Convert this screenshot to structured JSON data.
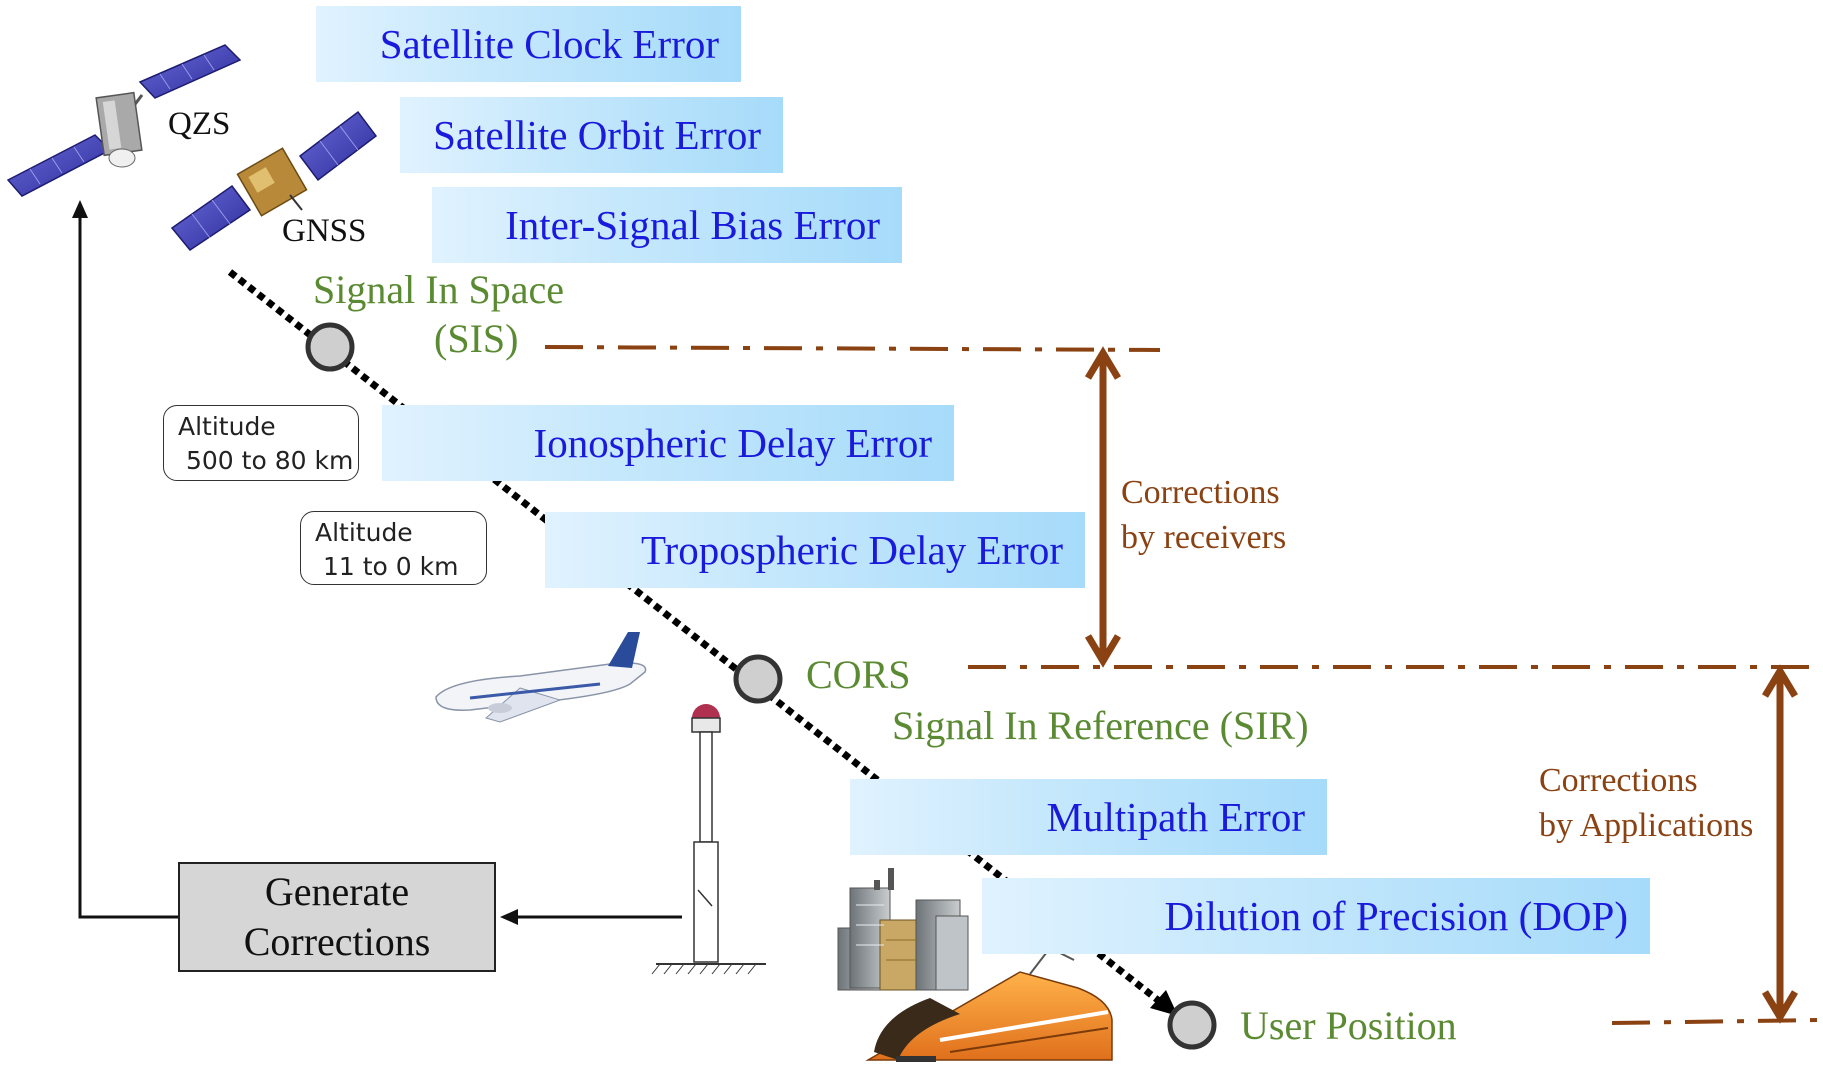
{
  "errors": {
    "clock": "Satellite Clock Error",
    "orbit": "Satellite Orbit Error",
    "isb": "Inter-Signal Bias Error",
    "iono": "Ionospheric Delay Error",
    "tropo": "Tropospheric Delay Error",
    "multipath": "Multipath Error",
    "dop": "Dilution of Precision (DOP)"
  },
  "satellites": {
    "qzs": "QZS",
    "gnss": "GNSS"
  },
  "points": {
    "sis_line1": "Signal In Space",
    "sis_line2": "(SIS)",
    "cors": "CORS",
    "sir": "Signal In Reference (SIR)",
    "user": "User Position"
  },
  "altitudes": {
    "upper_line1": "Altitude",
    "upper_line2": "500 to 80 km",
    "lower_line1": "Altitude",
    "lower_line2": "11 to 0 km"
  },
  "corrections": {
    "receivers_line1": "Corrections",
    "receivers_line2": "by receivers",
    "apps_line1": "Corrections",
    "apps_line2": "by Applications"
  },
  "generate": {
    "line1": "Generate",
    "line2": "Corrections"
  },
  "colors": {
    "error_text": "#1a1adc",
    "error_box": "#a6dbfa",
    "green_text": "#5a8a32",
    "brown": "#8a4213",
    "node_fill": "#cfcfcf"
  }
}
